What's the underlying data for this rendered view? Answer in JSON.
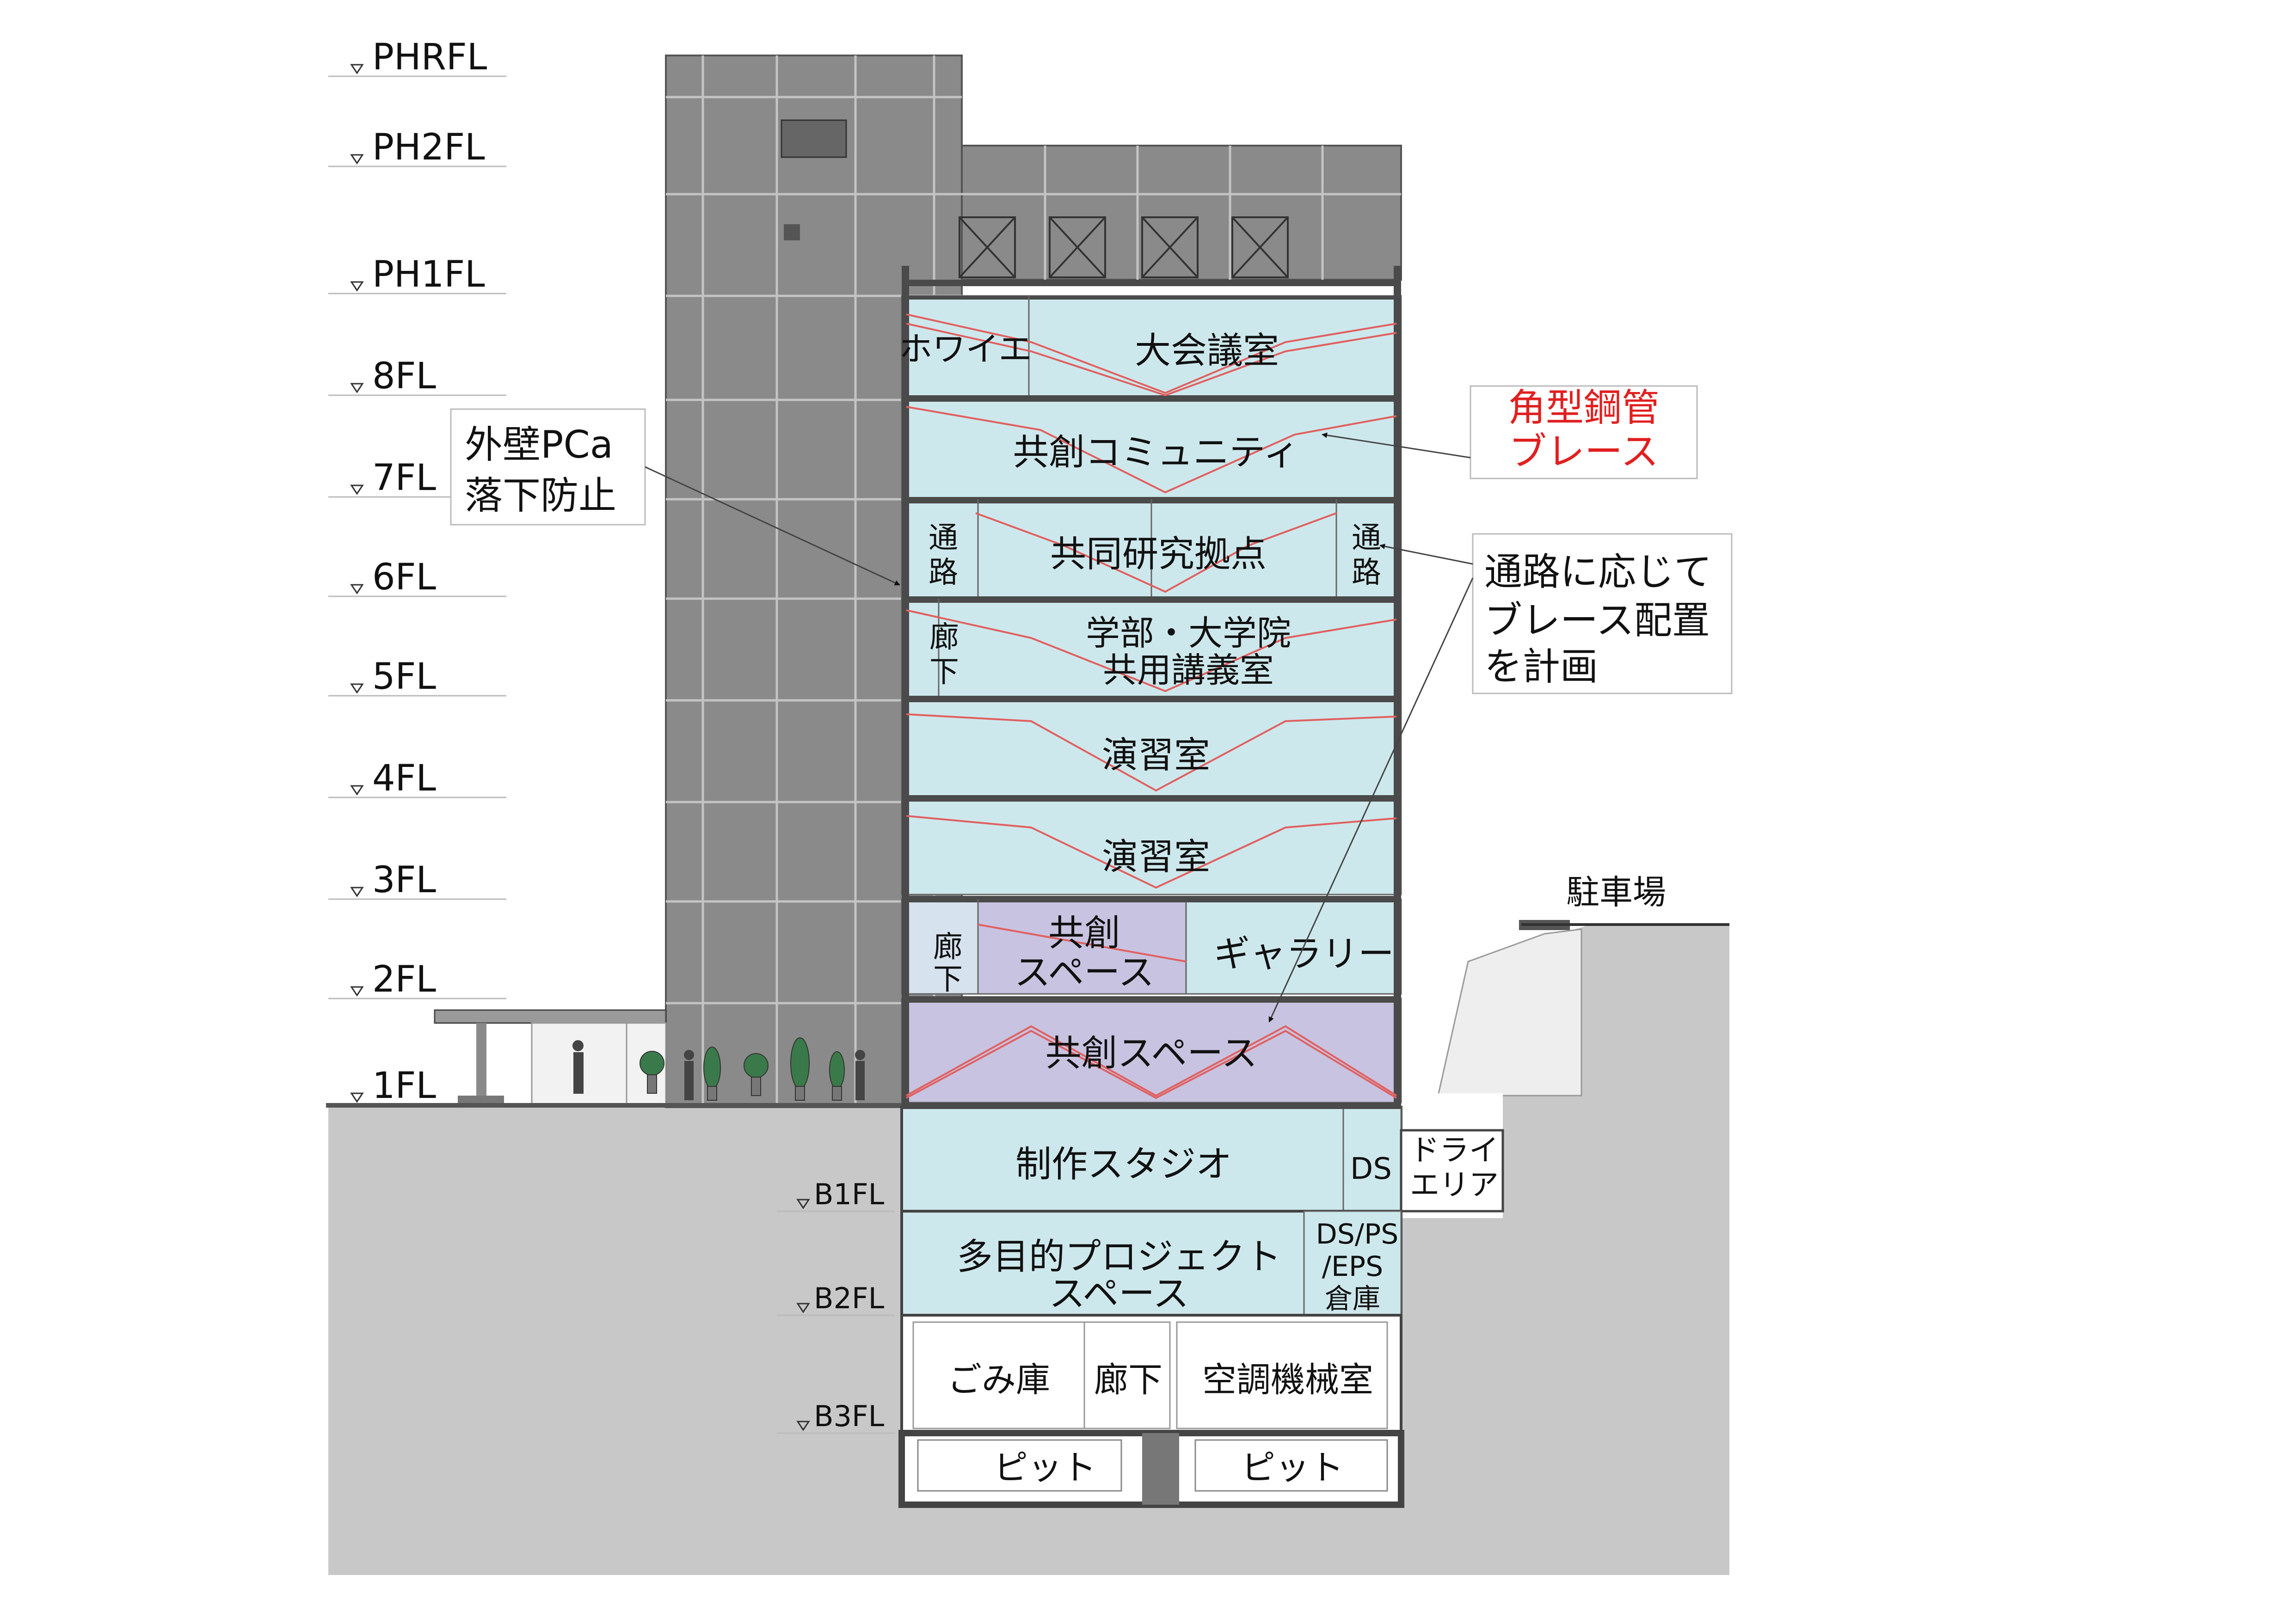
{
  "levels": [
    {
      "label": "PHRFL"
    },
    {
      "label": "PH2FL"
    },
    {
      "label": "PH1FL"
    },
    {
      "label": "8FL"
    },
    {
      "label": "7FL"
    },
    {
      "label": "6FL"
    },
    {
      "label": "5FL"
    },
    {
      "label": "4FL"
    },
    {
      "label": "3FL"
    },
    {
      "label": "2FL"
    },
    {
      "label": "1FL"
    },
    {
      "label": "B1FL"
    },
    {
      "label": "B2FL"
    },
    {
      "label": "B3FL"
    }
  ],
  "rooms": {
    "foyer": "ホワイエ",
    "large_meeting": "大会議室",
    "community": "共創コミュニティ",
    "passage_l1": "通",
    "passage_l2": "路",
    "joint_research": "共同研究拠点",
    "corr_l1": "廊",
    "corr_l2": "下",
    "lecture_l1": "学部・大学院",
    "lecture_l2": "共用講義室",
    "exercise_4": "演習室",
    "exercise_3": "演習室",
    "cospace2_l1": "共創",
    "cospace2_l2": "スペース",
    "gallery": "ギャラリー",
    "cospace1": "共創スペース",
    "studio": "制作スタジオ",
    "ds": "DS",
    "dry_l1": "ドライ",
    "dry_l2": "エリア",
    "multi_l1": "多目的プロジェクト",
    "multi_l2": "スペース",
    "dsps_l1": "DS/PS",
    "dsps_l2": "/EPS",
    "dsps_l3": "倉庫",
    "garbage": "ごみ庫",
    "corridor_b3": "廊下",
    "machine": "空調機械室",
    "pit_left": "ピット",
    "pit_right": "ピット",
    "parking": "駐車場"
  },
  "annotations": {
    "pca_l1": "外壁PCa",
    "pca_l2": "落下防止",
    "brace_l1": "角型鋼管",
    "brace_l2": "ブレース",
    "plan_l1": "通路に応じて",
    "plan_l2": "ブレース配置",
    "plan_l3": "を計画"
  },
  "colors": {
    "ground": "#c8c8c8",
    "tower": "#8a8a8a",
    "room_blue": "#cde8ec",
    "room_purple": "#c8c3e0",
    "slab": "#4a4a4a",
    "brace": "#e06060",
    "accent_red": "#e02020"
  }
}
